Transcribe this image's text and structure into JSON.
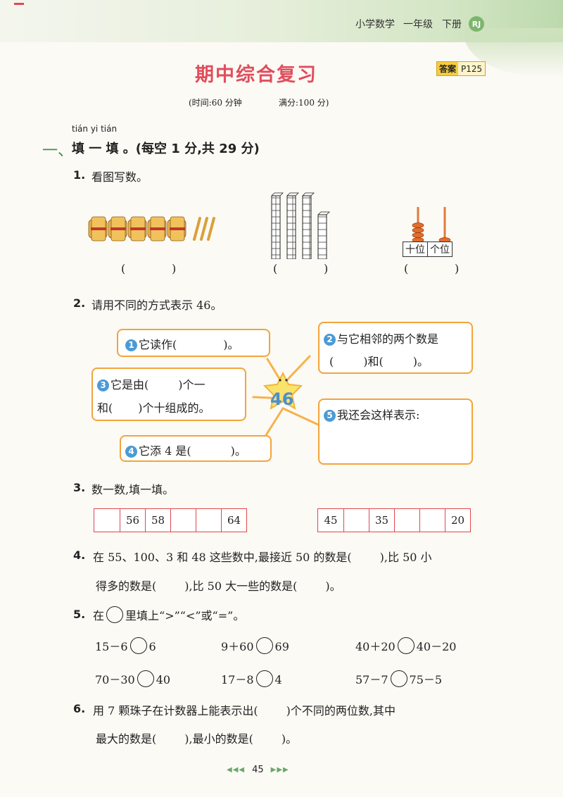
{
  "header": {
    "subject": "小学数学",
    "grade": "一年级",
    "term": "下册",
    "edition": "RJ"
  },
  "title": "期中综合复习",
  "answer": {
    "label": "答案",
    "page": "P125"
  },
  "exam_info": {
    "time": "(时间:60 分钟",
    "score": "满分:100 分)"
  },
  "section": {
    "number": "一、",
    "pinyin": "tián  yi  tián",
    "title": "填 一 填 。(每空 1 分,共 29 分)"
  },
  "q1": {
    "num": "1.",
    "text": "看图写数。",
    "blanks": [
      "(",
      ")",
      "(",
      ")",
      "(",
      ")"
    ],
    "abacus_labels": [
      "十位",
      "个位"
    ]
  },
  "q2": {
    "num": "2.",
    "text": "请用不同的方式表示 46。",
    "center": "46",
    "b1": {
      "n": "1",
      "text": "它读作(",
      "end": ")。"
    },
    "b2": {
      "n": "2",
      "line1": "与它相邻的两个数是",
      "line2a": "(",
      "line2b": ")和(",
      "line2c": ")。"
    },
    "b3": {
      "n": "3",
      "line1a": "它是由(",
      "line1b": ")个一",
      "line2a": "和(",
      "line2b": ")个十组成的。"
    },
    "b4": {
      "n": "4",
      "text": "它添 4 是(",
      "end": ")。"
    },
    "b5": {
      "n": "5",
      "text": "我还会这样表示:"
    }
  },
  "q3": {
    "num": "3.",
    "text": "数一数,填一填。",
    "row1": [
      "",
      "56",
      "58",
      "",
      "",
      "64"
    ],
    "row2": [
      "45",
      "",
      "35",
      "",
      "",
      "20"
    ]
  },
  "q4": {
    "num": "4.",
    "line1": "在 55、100、3 和 48 这些数中,最接近 50 的数是(",
    "line1b": "),比 50 小",
    "line2": "得多的数是(",
    "line2b": "),比 50 大一些的数是(",
    "line2c": ")。"
  },
  "q5": {
    "num": "5.",
    "text_a": "在",
    "text_b": "里填上“>”“<”或“=”。",
    "items": [
      {
        "left": "15－6",
        "right": "6"
      },
      {
        "left": "9＋60",
        "right": "69"
      },
      {
        "left": "40＋20",
        "right": "40－20"
      },
      {
        "left": "70－30",
        "right": "40"
      },
      {
        "left": "17－8",
        "right": "4"
      },
      {
        "left": "57－7",
        "right": "75－5"
      }
    ]
  },
  "q6": {
    "num": "6.",
    "line1": "用 7 颗珠子在计数器上能表示出(",
    "line1b": ")个不同的两位数,其中",
    "line2": "最大的数是(",
    "line2b": "),最小的数是(",
    "line2c": ")。"
  },
  "footer": {
    "page": "45",
    "left_arrows": "◀◀◀",
    "right_arrows": "▶▶▶"
  }
}
